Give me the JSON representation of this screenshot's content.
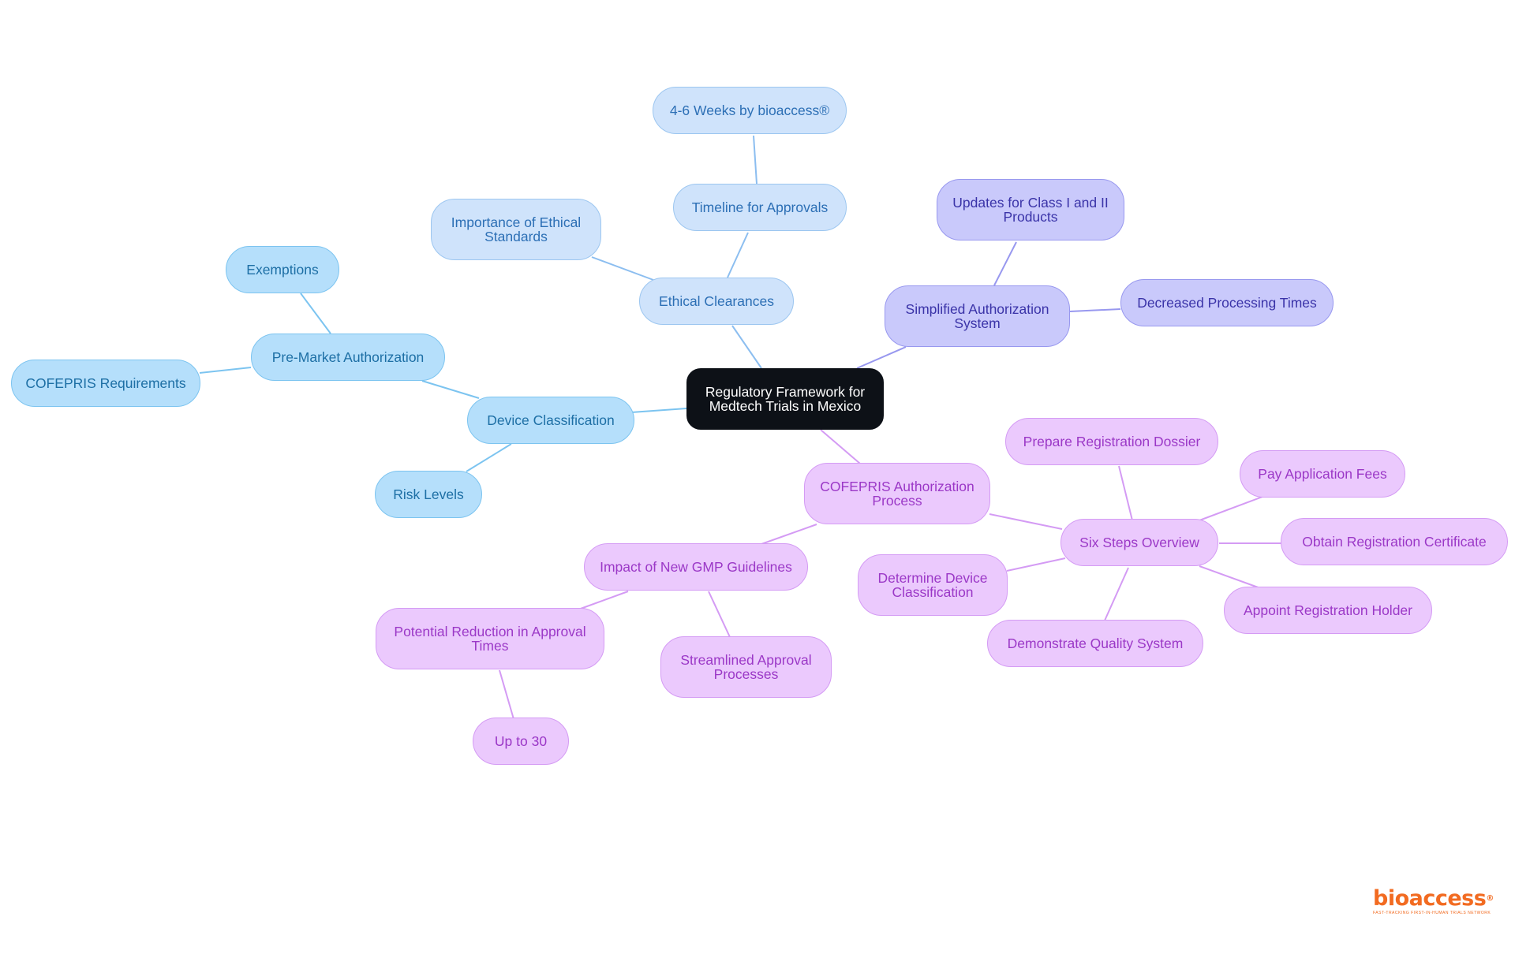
{
  "mindmap": {
    "root": "Regulatory Framework for Medtech Trials in Mexico",
    "device_classification": {
      "label": "Device Classification",
      "pre_market": "Pre-Market Authorization",
      "exemptions": "Exemptions",
      "cofepris_requirements": "COFEPRIS Requirements",
      "risk_levels": "Risk Levels"
    },
    "ethical_clearances": {
      "label": "Ethical Clearances",
      "importance": "Importance of Ethical Standards",
      "timeline": "Timeline for Approvals",
      "weeks": "4-6 Weeks by bioaccess®"
    },
    "simplified_authorization": {
      "label": "Simplified Authorization System",
      "updates": "Updates for Class I and II Products",
      "decreased": "Decreased Processing Times"
    },
    "cofepris_process": {
      "label": "COFEPRIS Authorization Process",
      "gmp": {
        "label": "Impact of New GMP Guidelines",
        "reduction": "Potential Reduction in Approval Times",
        "up_to": "Up to 30",
        "streamlined": "Streamlined Approval Processes"
      },
      "six_steps": {
        "label": "Six Steps Overview",
        "prepare": "Prepare Registration Dossier",
        "pay": "Pay Application Fees",
        "obtain": "Obtain Registration Certificate",
        "appoint": "Appoint Registration Holder",
        "demonstrate": "Demonstrate Quality System",
        "determine": "Determine Device Classification"
      }
    }
  },
  "logo": {
    "name": "bioaccess",
    "mark": "®",
    "tagline": "FAST-TRACKING FIRST-IN-HUMAN TRIALS NETWORK"
  },
  "colors": {
    "root": "#0d1117",
    "device_branch": "#b5dffb",
    "ethical_branch": "#cfe3fb",
    "simplified_branch": "#c9c9fb",
    "cofepris_branch": "#ebc9fd",
    "logo": "#f26b21"
  }
}
